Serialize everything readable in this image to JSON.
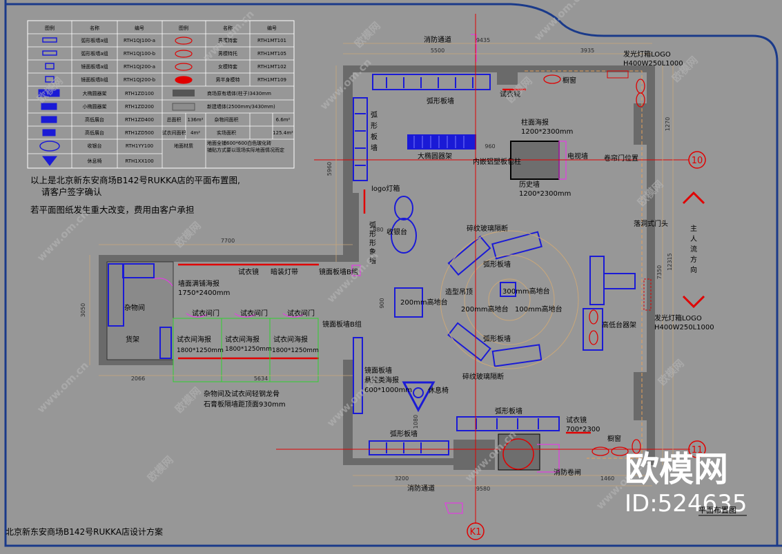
{
  "legend": {
    "headers": [
      "图例",
      "名称",
      "编号",
      "图例",
      "名称",
      "编号"
    ],
    "rows": [
      {
        "name": "弧形板墙a组",
        "code": "RTH1QJ100-a",
        "name2": "男模特套",
        "code2": "RTH1MT101"
      },
      {
        "name": "弧形板墙a组",
        "code": "RTH1QJ100-b",
        "name2": "男模特托",
        "code2": "RTH1MT105"
      },
      {
        "name": "镜面板墙a组",
        "code": "RTH1QJ200-a",
        "name2": "女模特套",
        "code2": "RTH1MT102"
      },
      {
        "name": "镜面板墙b组",
        "code": "RTH1QJ200-b",
        "name2": "男半身模特",
        "code2": "RTH1MT109"
      },
      {
        "name": "大椭圆器架",
        "code": "RTH1ZD100",
        "name2": "商场原有墙体(柱子)3430mm",
        "code2": ""
      },
      {
        "name": "小椭圆器架",
        "code": "RTH1ZD200",
        "name2": "新建墙体(2500mm/3430mm)",
        "code2": ""
      },
      {
        "name": "高低展台",
        "code": "RTH1ZD400",
        "name2": "总面积",
        "code2": "136m²",
        "name3": "杂物间面积",
        "code3": "6.6m²"
      },
      {
        "name": "高低展台",
        "code": "RTH1ZD500",
        "name2": "试衣间面积",
        "code2": "4m²",
        "name3": "实场面积",
        "code3": "125.4m²"
      },
      {
        "name": "收银台",
        "code": "RTH1YY100",
        "name2": "地面材质",
        "code2": "地面全铺600*600白色玻化砖",
        "code2b": "铺贴方式要以现场实际地面情况而定"
      },
      {
        "name": "休息椅",
        "code": "RTH1XX100",
        "name2": "",
        "code2": ""
      }
    ]
  },
  "notes": {
    "line1": "以上是北京新东安商场B142号RUKKA店的平面布置图,",
    "line2": "请客户签字确认",
    "line3": "若平面图纸发生重大改变，费用由客户承担"
  },
  "footer": {
    "project_title": "北京新东安商场B142号RUKKA店设计方案",
    "plan_title": "平面布置图"
  },
  "watermark": {
    "brand": "欧模网",
    "id": "ID:524635",
    "url": "www.om.cn"
  },
  "axes": {
    "ten": "10",
    "eleven": "11",
    "k1": "K1"
  },
  "labels": {
    "fire_passage_top": "消防通道",
    "fire_passage_bottom": "消防通道",
    "fire_shutter": "消防卷闸",
    "light_logo_top": "发光灯箱LOGO",
    "light_logo_top_size": "H400W250L1000",
    "light_logo_right": "发光灯箱LOGO",
    "light_logo_right_size": "H400W250L1000",
    "window_top": "橱窗",
    "window_bottom": "橱窗",
    "curve_wall_top": "弧形板墙",
    "curve_wall_left": "弧形板墙",
    "curve_wall_bottom_left": "弧形板墙",
    "curve_wall_bottom_right": "弧形板墙",
    "fitting_mirror_top": "试衣镜",
    "fitting_mirror_mid": "试衣镜",
    "fitting_mirror_bottom": "试衣镜",
    "fitting_mirror_bottom_size": "700*2300",
    "column_poster": "柱面海报",
    "column_poster_size": "1200*2300mm",
    "history_wall": "历史墙",
    "history_wall_size": "1200*2300mm",
    "tv_wall": "电视墙",
    "inner_column": "内嵌铝塑板包柱",
    "large_rack": "大椭圆器架",
    "shutter_position": "卷帘门位置",
    "logo_lamp": "logo灯箱",
    "arc_image_wall": "弧形形象墙",
    "cashier": "收银台",
    "glass_partition_top": "碎纹玻璃隔断",
    "glass_partition_bottom": "碎纹玻璃隔断",
    "curve_wall_ring_top": "弧形板墙",
    "curve_wall_ring_bottom": "弧形板墙",
    "ceiling": "造型吊顶",
    "platform_300": "300mm高地台",
    "platform_200a": "200mm高地台",
    "platform_100": "100mm高地台",
    "platform_200b": "200mm高地台",
    "open_door": "落洞式门头",
    "main_flow": "主人流方向",
    "high_low_rack": "高低台器架",
    "storage": "杂物间",
    "shelf": "货架",
    "wall_poster": "墙面满铺海报",
    "wall_poster_size": "1750*2400mm",
    "dark_lamp": "暗装灯带",
    "mirror_wall_b_top": "镜面板墙B组",
    "mirror_wall_b_mid": "镜面板墙B组",
    "fitting_door_1": "试衣间门",
    "fitting_door_2": "试衣间门",
    "fitting_door_3": "试衣间门",
    "fitting_poster_1": "试衣间海报",
    "fitting_poster_2": "试衣间海报",
    "fitting_poster_3": "试衣间海报",
    "fitting_poster_size": "1800*1250mm",
    "partition_note_1": "杂物间及试衣间轻钢龙骨",
    "partition_note_2": "石膏板隔墙距顶面930mm",
    "mirror_wall_poster": "镜面板墙",
    "mirror_wall_poster_2": "悬挂类海报",
    "mirror_wall_poster_size": "600*1000mm",
    "rest_chair": "休息椅"
  },
  "dimensions": {
    "top_total": "9435",
    "top_left": "5500",
    "top_right": "3935",
    "left_vert": "5960",
    "mid_left": "7700",
    "stub": "880",
    "stub2": "990",
    "col": "960",
    "bot_left": "2066",
    "bot_mid": "5634",
    "bot_a": "3200",
    "bot_b": "9580",
    "bot_c": "1460",
    "right_a": "1270",
    "right_b": "7350",
    "right_c": "12315",
    "left_store": "3050",
    "v900": "900",
    "v1080": "1080"
  },
  "colors": {
    "background": "#979797",
    "wall": "#6a6a6a",
    "fixture": "#1a1ad6",
    "accent_red": "#e00000",
    "magenta": "#e040e0",
    "green": "#2fd02f",
    "border_blue": "#1a3a8a"
  }
}
